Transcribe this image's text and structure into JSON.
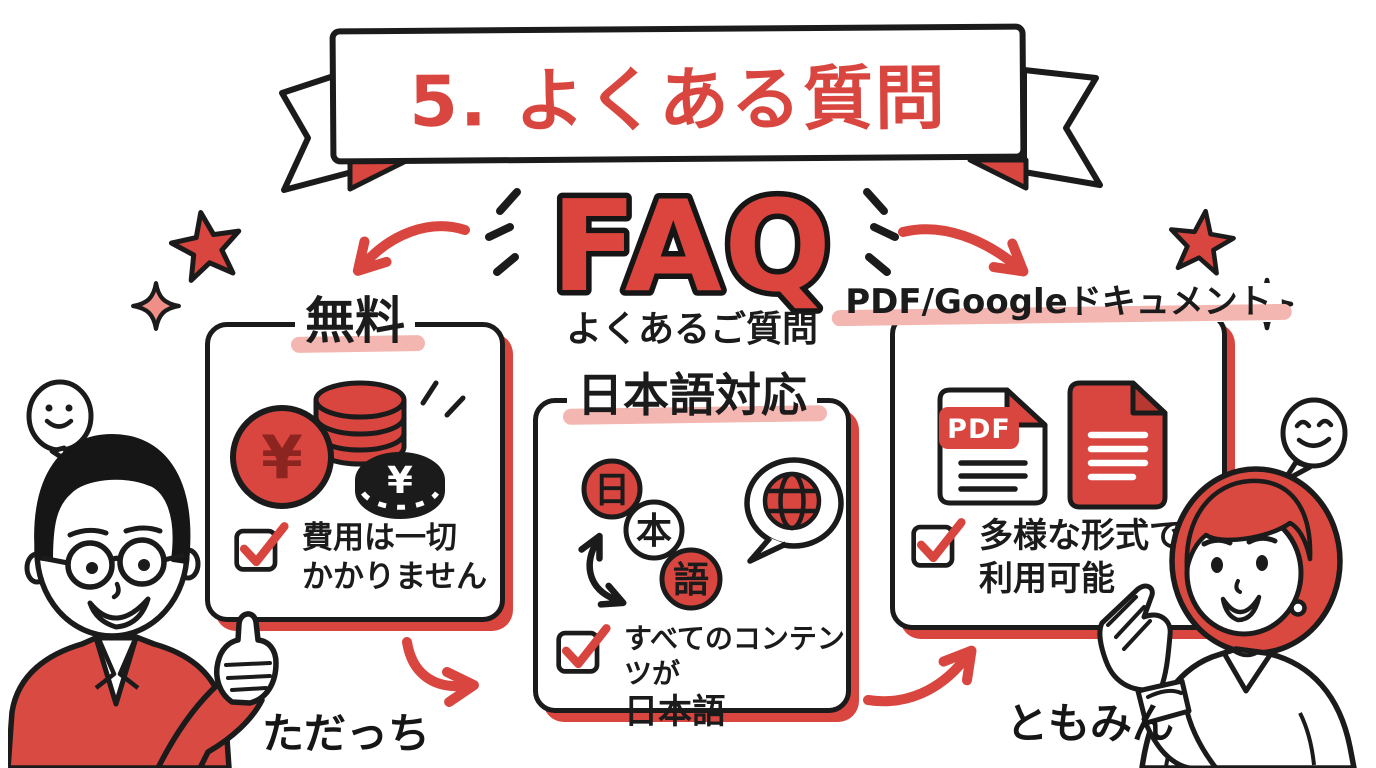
{
  "banner": {
    "title": "5. よくある質問"
  },
  "faq": {
    "heading": "FAQ",
    "subheading": "よくあるご質問"
  },
  "cards": [
    {
      "title": "無料",
      "check_line1": "費用は一切",
      "check_line2": "かかりません",
      "coin_symbol": "¥",
      "icon": "yen-coins-icon"
    },
    {
      "title": "日本語対応",
      "check_line1": "すべてのコンテンツが",
      "check_line2": "日本語",
      "chars": [
        "日",
        "本",
        "語"
      ],
      "icon": "language-globe-icon"
    },
    {
      "title": "PDF/Googleドキュメント",
      "check_line1": "多様な形式で",
      "check_line2": "利用可能",
      "pdf_label": "PDF",
      "icon": "documents-icon"
    }
  ],
  "characters": [
    {
      "name": "ただっち",
      "side": "left"
    },
    {
      "name": "ともみん",
      "side": "right"
    }
  ],
  "colors": {
    "accent_red": "#d9463f",
    "highlight_pink": "#f4b6b0",
    "ink_black": "#1b1b1b",
    "background": "#ffffff"
  }
}
